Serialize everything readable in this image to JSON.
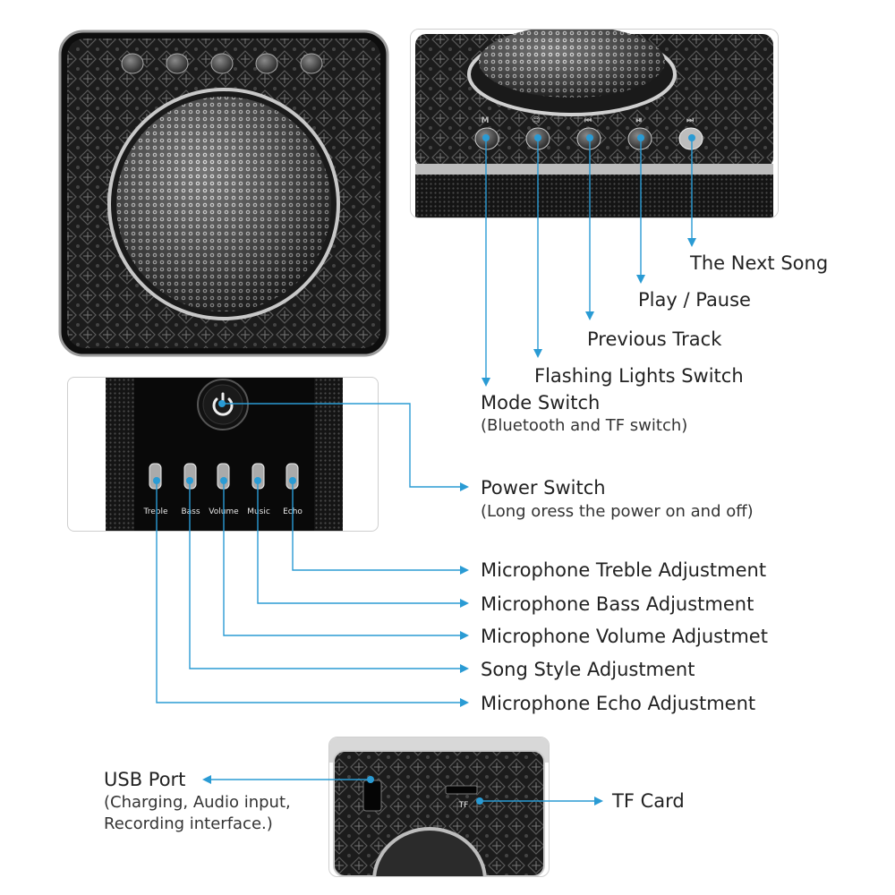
{
  "accent_color": "#2a9bd4",
  "top_buttons": {
    "symbols": [
      "M",
      "☺",
      "⏮",
      "⏯",
      "⏭"
    ]
  },
  "side_panel": {
    "controls": [
      "Treble",
      "Bass",
      "Volume",
      "Music",
      "Echo"
    ]
  },
  "bottom_panel": {
    "tf_mark": "TF"
  },
  "callouts": {
    "next_song": "The Next Song",
    "play_pause": "Play / Pause",
    "previous_track": "Previous Track",
    "flashing_lights": "Flashing Lights Switch",
    "mode_switch": "Mode Switch",
    "mode_switch_note": "(Bluetooth and TF switch)",
    "power_switch": "Power Switch",
    "power_switch_note": "(Long oress the power on and off)",
    "treble": "Microphone Treble Adjustment",
    "bass": "Microphone Bass Adjustment",
    "volume": "Microphone Volume Adjustmet",
    "song_style": "Song Style Adjustment",
    "echo": "Microphone Echo Adjustment",
    "usb_port": "USB Port",
    "usb_note_1": "(Charging, Audio input,",
    "usb_note_2": "Recording interface.)",
    "tf_card": "TF Card"
  }
}
